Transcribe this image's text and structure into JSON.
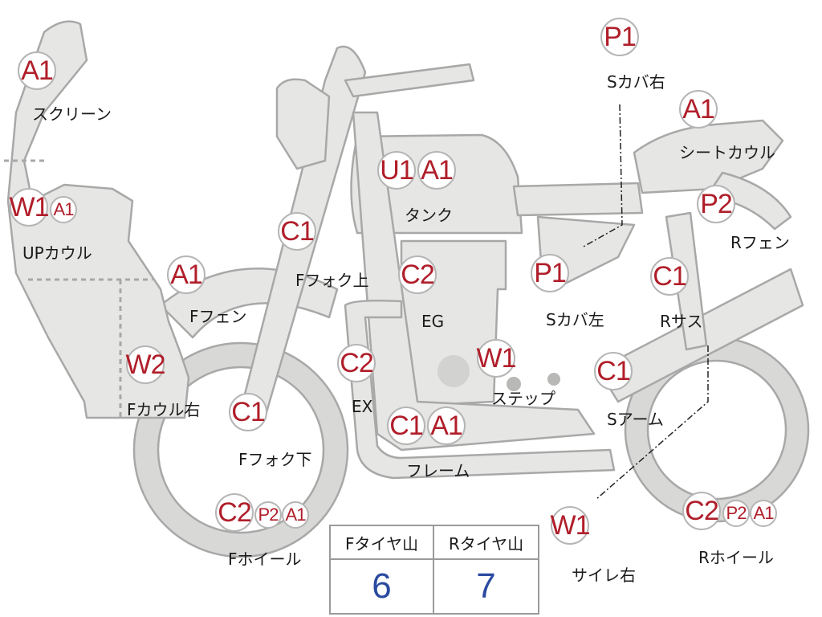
{
  "colors": {
    "body": "#e6e6e4",
    "outline": "#a8a8a8",
    "code": "#b01e2a",
    "value": "#2b4aa0",
    "text": "#1a1a1a"
  },
  "parts": [
    {
      "id": "screen",
      "label": "スクリーン",
      "codes": [
        "A1"
      ]
    },
    {
      "id": "up-cowl",
      "label": "UPカウル",
      "codes": [
        "W1",
        "A1"
      ]
    },
    {
      "id": "f-fender",
      "label": "Fフェン",
      "codes": [
        "A1"
      ]
    },
    {
      "id": "f-cowl-r",
      "label": "Fカウル右",
      "codes": [
        "W2"
      ]
    },
    {
      "id": "f-fork-up",
      "label": "Fフォク上",
      "codes": [
        "C1"
      ]
    },
    {
      "id": "f-fork-low",
      "label": "Fフォク下",
      "codes": [
        "C1"
      ]
    },
    {
      "id": "f-wheel",
      "label": "Fホイール",
      "codes": [
        "C2",
        "P2",
        "A1"
      ]
    },
    {
      "id": "tank",
      "label": "タンク",
      "codes": [
        "U1",
        "A1"
      ]
    },
    {
      "id": "eg",
      "label": "EG",
      "codes": [
        "C2"
      ]
    },
    {
      "id": "ex",
      "label": "EX",
      "codes": [
        "C2"
      ]
    },
    {
      "id": "step",
      "label": "ステップ",
      "codes": [
        "W1"
      ]
    },
    {
      "id": "frame",
      "label": "フレーム",
      "codes": [
        "C1",
        "A1"
      ]
    },
    {
      "id": "s-cover-r",
      "label": "Sカバ右",
      "codes": [
        "P1"
      ]
    },
    {
      "id": "seat-cowl",
      "label": "シートカウル",
      "codes": [
        "A1"
      ]
    },
    {
      "id": "r-fender",
      "label": "Rフェン",
      "codes": [
        "P2"
      ]
    },
    {
      "id": "s-cover-l",
      "label": "Sカバ左",
      "codes": [
        "P1"
      ]
    },
    {
      "id": "r-sus",
      "label": "Rサス",
      "codes": [
        "C1"
      ]
    },
    {
      "id": "s-arm",
      "label": "Sアーム",
      "codes": [
        "C1"
      ]
    },
    {
      "id": "silencer-r",
      "label": "サイレ右",
      "codes": [
        "W1"
      ]
    },
    {
      "id": "r-wheel",
      "label": "Rホイール",
      "codes": [
        "C2",
        "P2",
        "A1"
      ]
    }
  ],
  "tire_table": {
    "headers": [
      "Fタイヤ山",
      "Rタイヤ山"
    ],
    "values": [
      "6",
      "7"
    ]
  }
}
